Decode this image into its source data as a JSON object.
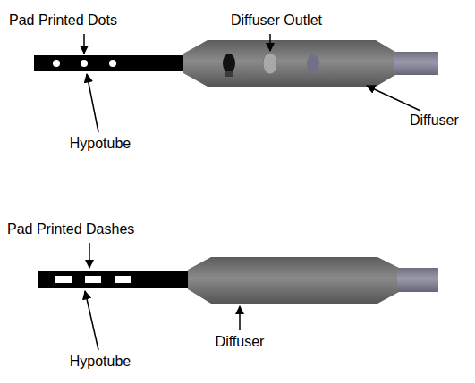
{
  "diagram": {
    "labels": [
      "Pad Printed Dots",
      "Diffuser Outlet",
      "Hypotube",
      "Diffuser",
      "Pad Printed Dashes",
      "Hypotube",
      "Diffuser"
    ]
  }
}
